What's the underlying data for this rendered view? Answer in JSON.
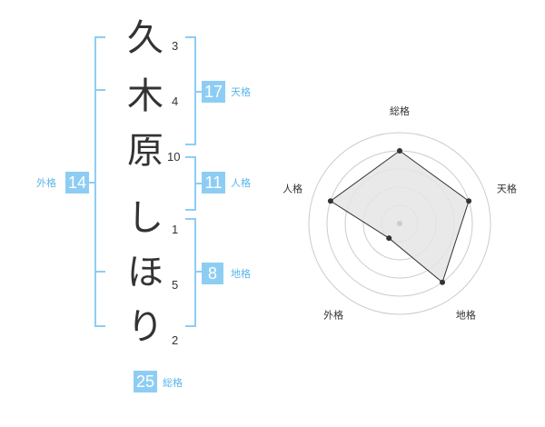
{
  "name": {
    "surname": [
      {
        "char": "久",
        "strokes": "3"
      },
      {
        "char": "木",
        "strokes": "4"
      },
      {
        "char": "原",
        "strokes": "10"
      }
    ],
    "given": [
      {
        "char": "し",
        "strokes": "1"
      },
      {
        "char": "ほ",
        "strokes": "5"
      },
      {
        "char": "り",
        "strokes": "2"
      }
    ]
  },
  "kakusu": {
    "tenkaku": {
      "value": "17",
      "label": "天格"
    },
    "jinkaku": {
      "value": "11",
      "label": "人格"
    },
    "chikaku": {
      "value": "8",
      "label": "地格"
    },
    "gaikaku": {
      "value": "14",
      "label": "外格"
    },
    "soukaku": {
      "value": "25",
      "label": "総格"
    }
  },
  "radar": {
    "axes": [
      "総格",
      "天格",
      "地格",
      "外格",
      "人格"
    ],
    "max": 5,
    "values": [
      4,
      4,
      4,
      1,
      4
    ],
    "colors": {
      "fill": "#e5e5e5",
      "line": "#333333",
      "grid": "#cccccc",
      "point": "#333333",
      "bracket": "#8ecdf3",
      "label": "#5bb5ea"
    }
  }
}
